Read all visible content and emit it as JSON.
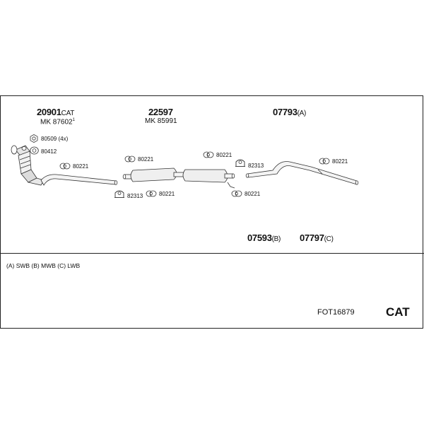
{
  "parts": {
    "p1_number": "20901",
    "p1_suffix": "CAT",
    "p1_mk": "MK 87602",
    "p1_note": "1",
    "p2_number": "22597",
    "p2_mk": "MK 85991",
    "p3_number": "07793",
    "p3_variant": "(A)",
    "p4_number": "07593",
    "p4_variant": "(B)",
    "p5_number": "07797",
    "p5_variant": "(C)"
  },
  "hardware": {
    "h80509": "80509 (4x)",
    "h80412": "80412",
    "h80221_a": "80221",
    "h80221_b": "80221",
    "h80221_c": "80221",
    "h80221_d": "80221",
    "h80221_e": "80221",
    "h80221_f": "80221",
    "h82313_a": "82313",
    "h82313_b": "82313"
  },
  "legend": "(A) SWB (B) MWB (C) LWB",
  "footer": {
    "code": "FOT16879",
    "category": "CAT"
  },
  "icons": [
    "clamp-icon",
    "gasket-icon",
    "nut-icon",
    "rubber-hanger-icon"
  ]
}
